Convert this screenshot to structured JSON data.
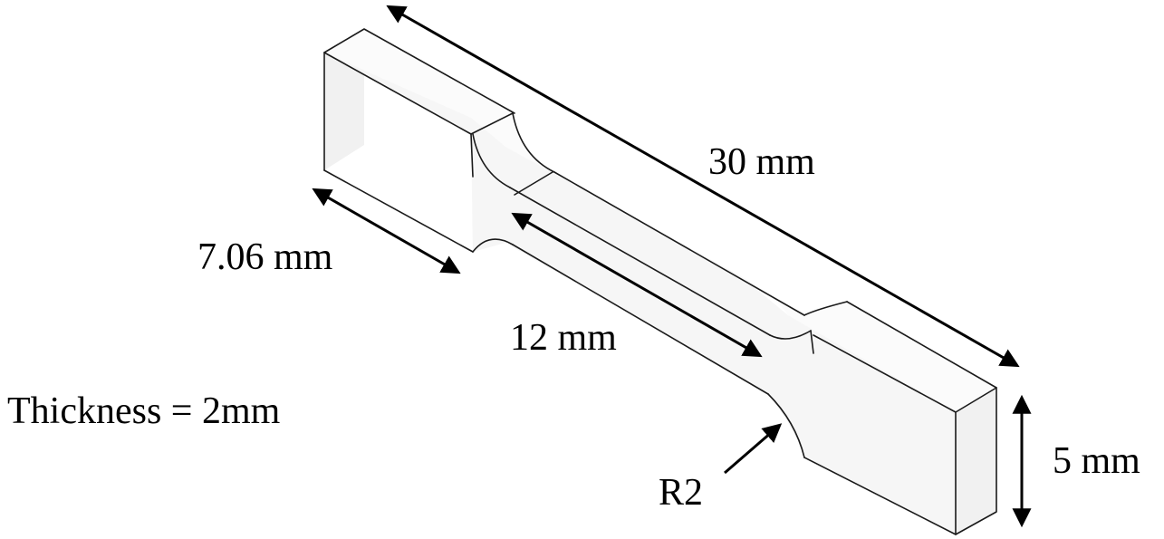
{
  "labels": {
    "overall_length": "30 mm",
    "grip_length": "7.06 mm",
    "gauge_length": "12 mm",
    "width": "5 mm",
    "fillet_radius": "R2",
    "thickness": "Thickness = 2mm"
  },
  "colors": {
    "line": "#1a1a1a",
    "dimension": "#000000",
    "background": "#ffffff"
  }
}
